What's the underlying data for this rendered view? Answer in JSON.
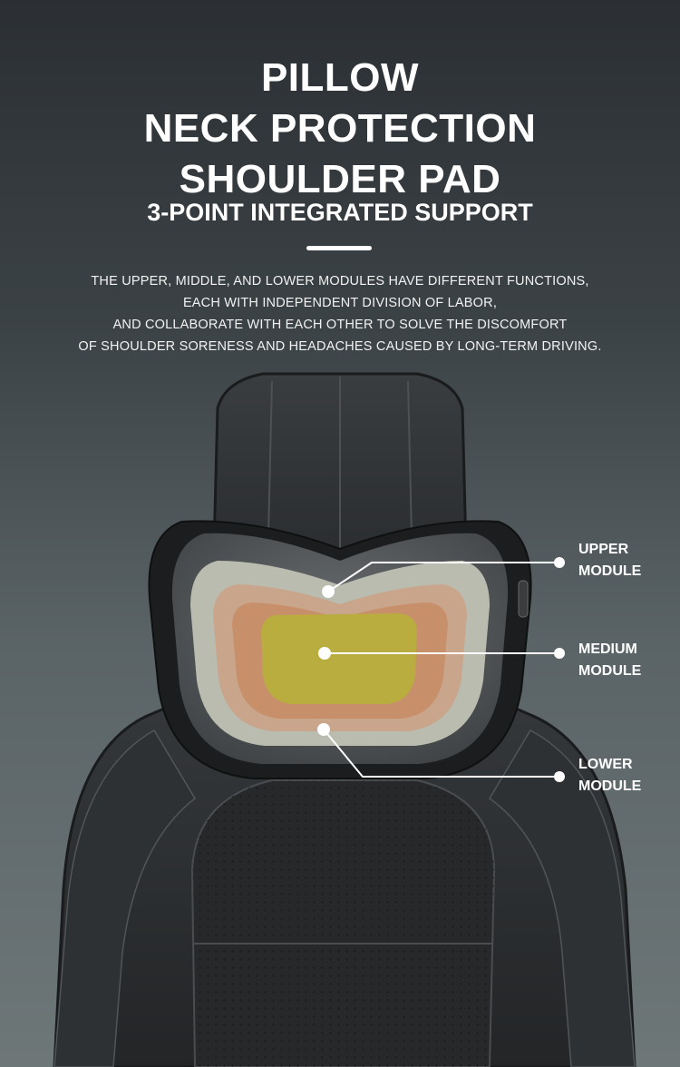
{
  "header": {
    "title_lines": [
      "PILLOW",
      "NECK PROTECTION",
      "SHOULDER PAD"
    ],
    "subtitle": "3-POINT INTEGRATED SUPPORT"
  },
  "description_lines": [
    "THE UPPER, MIDDLE, AND LOWER MODULES HAVE DIFFERENT FUNCTIONS,",
    "EACH WITH INDEPENDENT DIVISION OF LABOR,",
    "AND COLLABORATE WITH EACH OTHER TO SOLVE THE DISCOMFORT",
    "OF SHOULDER SORENESS AND HEADACHES CAUSED BY LONG-TERM DRIVING."
  ],
  "modules": [
    {
      "line1": "UPPER",
      "line2": "MODULE"
    },
    {
      "line1": "MEDIUM",
      "line2": "MODULE"
    },
    {
      "line1": "LOWER",
      "line2": "MODULE"
    }
  ],
  "colors": {
    "upper_zone": "#b9bcae",
    "middle_ring": "#c79a7c",
    "medium_core": "#b8ad3e",
    "seat_leather": "#2a2c2e"
  }
}
